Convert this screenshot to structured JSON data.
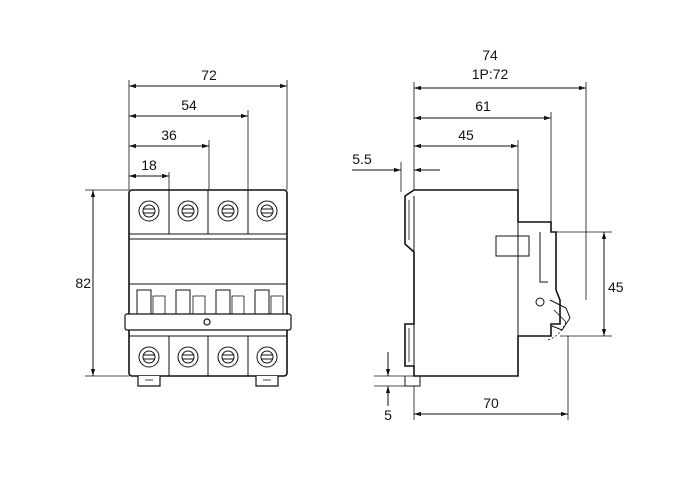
{
  "front_view": {
    "dim_width_total": "72",
    "dim_width_3p": "54",
    "dim_width_2p": "36",
    "dim_width_1p": "18",
    "dim_height": "82"
  },
  "side_view": {
    "dim_depth_total": "74",
    "dim_depth_1p": "1P:72",
    "dim_depth_61": "61",
    "dim_depth_45": "45",
    "dim_rail_offset": "5.5",
    "dim_front_height": "45",
    "dim_rail_clip": "5",
    "dim_base_depth": "70"
  }
}
